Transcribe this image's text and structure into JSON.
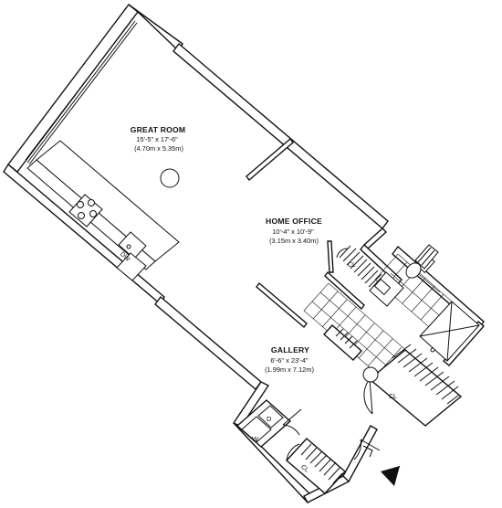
{
  "rooms": {
    "great_room": {
      "name": "GREAT ROOM",
      "dims_imperial": "15'-5\" x 17'-6\"",
      "dims_metric": "(4.70m x 5.35m)"
    },
    "home_office": {
      "name": "HOME OFFICE",
      "dims_imperial": "10'-4\" x 10'-9\"",
      "dims_metric": "(3.15m x 3.40m)"
    },
    "gallery": {
      "name": "GALLERY",
      "dims_imperial": "6'-6\" x 23'-4\"",
      "dims_metric": "(1.99m x 7.12m)"
    }
  },
  "closets": {
    "office_closet": "CL",
    "gallery_closet": "CL",
    "entry_closet": "CL",
    "bath_closet": "CL"
  },
  "appliances": {
    "dryer": "D",
    "washer": "W",
    "dishwasher": "DW"
  },
  "colors": {
    "line": "#111111",
    "background": "#ffffff"
  }
}
